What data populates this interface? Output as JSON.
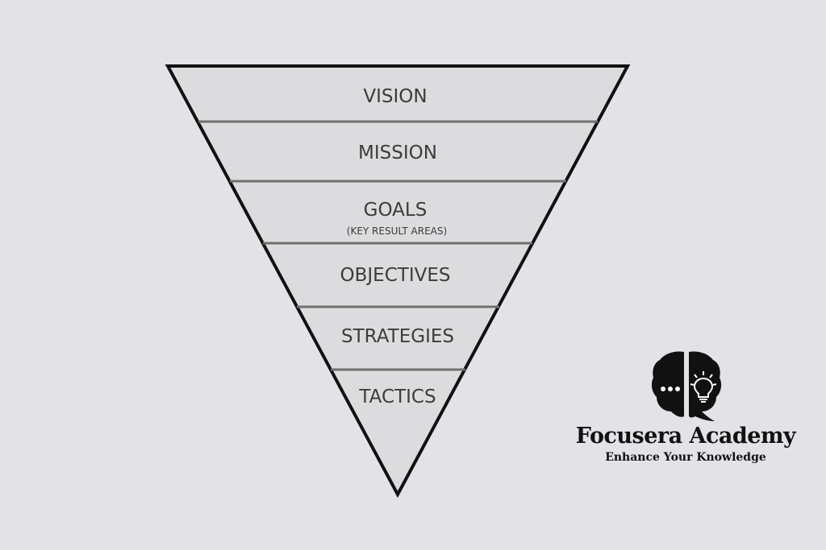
{
  "pyramid": {
    "tiers": [
      {
        "label": "VISION"
      },
      {
        "label": "MISSION"
      },
      {
        "label": "GOALS",
        "sublabel": "(KEY RESULT AREAS)"
      },
      {
        "label": "OBJECTIVES"
      },
      {
        "label": "STRATEGIES"
      },
      {
        "label": "TACTICS"
      }
    ]
  },
  "brand": {
    "name": "Focusera Academy",
    "tagline": "Enhance Your Knowledge",
    "logo_icon": "brain-lightbulb-icon"
  },
  "colors": {
    "background": "#e3e3e7",
    "triangle_fill": "#dcdcdf",
    "triangle_outline": "#111111",
    "divider": "#6f6f6f",
    "text": "#3c3c3c",
    "brand": "#111111"
  }
}
